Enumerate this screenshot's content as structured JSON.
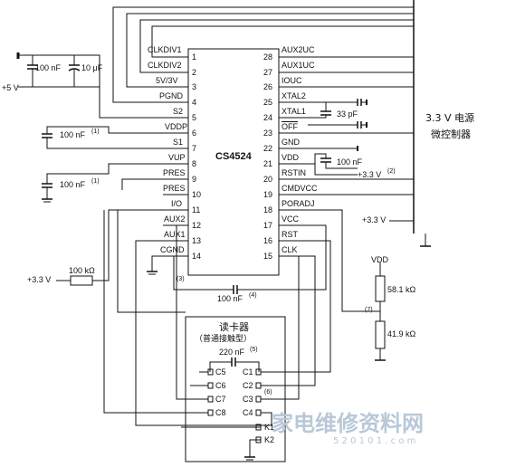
{
  "chip": {
    "name": "CS4524",
    "left_pins": [
      {
        "num": "1",
        "label": "CLKDIV1"
      },
      {
        "num": "2",
        "label": "CLKDIV2"
      },
      {
        "num": "3",
        "label": "5V/3V"
      },
      {
        "num": "4",
        "label": "PGND"
      },
      {
        "num": "5",
        "label": "S2"
      },
      {
        "num": "6",
        "label": "VDDP"
      },
      {
        "num": "7",
        "label": "S1"
      },
      {
        "num": "8",
        "label": "VUP"
      },
      {
        "num": "9",
        "label": "PRES"
      },
      {
        "num": "10",
        "label": "PRES"
      },
      {
        "num": "11",
        "label": "I/O"
      },
      {
        "num": "12",
        "label": "AUX2"
      },
      {
        "num": "13",
        "label": "AUX1"
      },
      {
        "num": "14",
        "label": "CGND"
      }
    ],
    "right_pins": [
      {
        "num": "28",
        "label": "AUX2UC"
      },
      {
        "num": "27",
        "label": "AUX1UC"
      },
      {
        "num": "26",
        "label": "IOUC"
      },
      {
        "num": "25",
        "label": "XTAL2"
      },
      {
        "num": "24",
        "label": "XTAL1"
      },
      {
        "num": "23",
        "label": "OFF"
      },
      {
        "num": "22",
        "label": "GND"
      },
      {
        "num": "21",
        "label": "VDD"
      },
      {
        "num": "20",
        "label": "RSTIN"
      },
      {
        "num": "19",
        "label": "CMDVCC"
      },
      {
        "num": "18",
        "label": "PORADJ"
      },
      {
        "num": "17",
        "label": "VCC"
      },
      {
        "num": "16",
        "label": "RST"
      },
      {
        "num": "15",
        "label": "CLK"
      }
    ]
  },
  "components": {
    "cap_100n_top": "100 nF",
    "cap_10u": "10 μF",
    "supply_5v": "+5 V",
    "cap_vddp": "100 nF",
    "cap_vup": "100 nF",
    "note1": "(1)",
    "crystal": "33 pF",
    "cap_vdd": "100 nF",
    "vdd_supply": "+3.3 V",
    "note2": "(2)",
    "mcu_supply": "+3.3 V",
    "left_supply": "+3.3 V",
    "res_left": "100 kΩ",
    "cap_bottom": "100 nF",
    "note4": "(4)",
    "note3": "(3)",
    "divider_vdd": "VDD",
    "res_top": "58.1 kΩ",
    "note7": "(7)",
    "res_bottom": "41.9 kΩ"
  },
  "mcu": {
    "line1": "3.3 V 电源",
    "line2": "微控制器"
  },
  "card": {
    "title": "读卡器",
    "subtitle": "（普通接触型）",
    "cap": "220 nF",
    "cap_note": "(5)",
    "note6": "(6)",
    "pins_left": [
      "C5",
      "C6",
      "C7",
      "C8"
    ],
    "pins_right": [
      "C1",
      "C2",
      "C3",
      "C4"
    ],
    "switch_pins": [
      "K1",
      "K2"
    ]
  },
  "watermark": {
    "site": "家电维修资料网",
    "url": "5 2 0 1 0 1 . c o m"
  }
}
